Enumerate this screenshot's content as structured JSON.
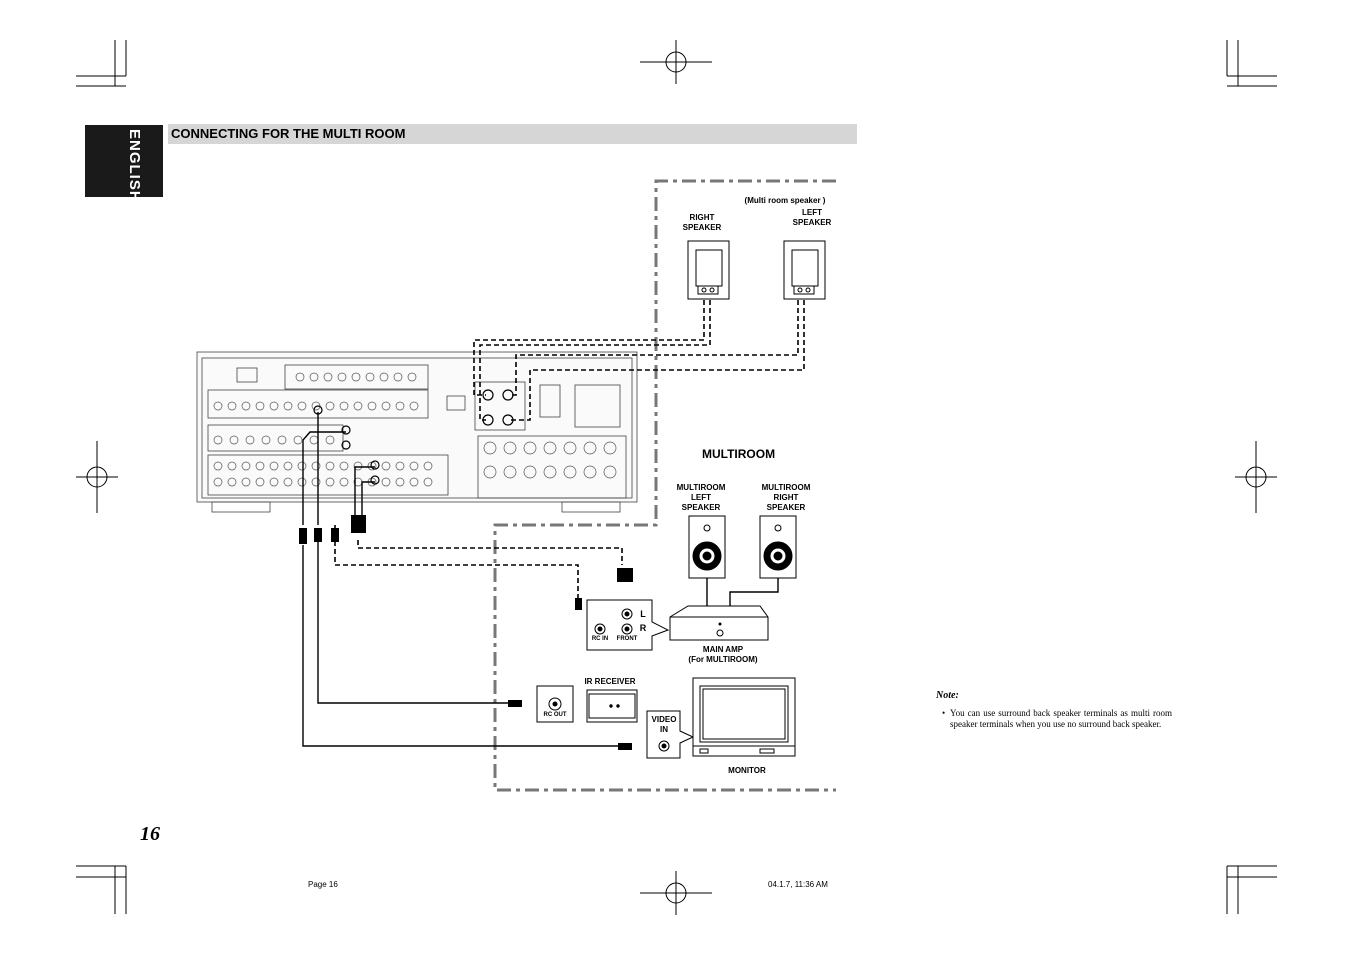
{
  "sidebar": {
    "language_tab": "ENGLISH"
  },
  "section": {
    "title": "CONNECTING FOR THE MULTI ROOM"
  },
  "diagram": {
    "multi_room_speaker_caption": "(Multi room speaker )",
    "right_speaker": "RIGHT\nSPEAKER",
    "left_speaker": "LEFT\nSPEAKER",
    "multiroom_title": "MULTIROOM",
    "multiroom_left_speaker": "MULTIROOM\nLEFT\nSPEAKER",
    "multiroom_right_speaker": "MULTIROOM\nRIGHT\nSPEAKER",
    "channel_l": "L",
    "channel_r": "R",
    "rc_in": "RC IN",
    "front": "FRONT",
    "main_amp": "MAIN AMP\n(For MULTIROOM)",
    "ir_receiver": "IR RECEIVER",
    "rc_out": "RC OUT",
    "video_in": "VIDEO\nIN",
    "monitor": "MONITOR"
  },
  "note": {
    "heading": "Note:",
    "text": "You can use surround back speaker terminals as multi room speaker terminals when you use no surround back speaker."
  },
  "footer": {
    "page_number": "16",
    "page_label": "Page 16",
    "timestamp": "04.1.7, 11:36 AM"
  },
  "colors": {
    "tab_background": "#1a1a1a",
    "section_bar": "#d6d6d6",
    "multiroom_border": "#777777"
  }
}
